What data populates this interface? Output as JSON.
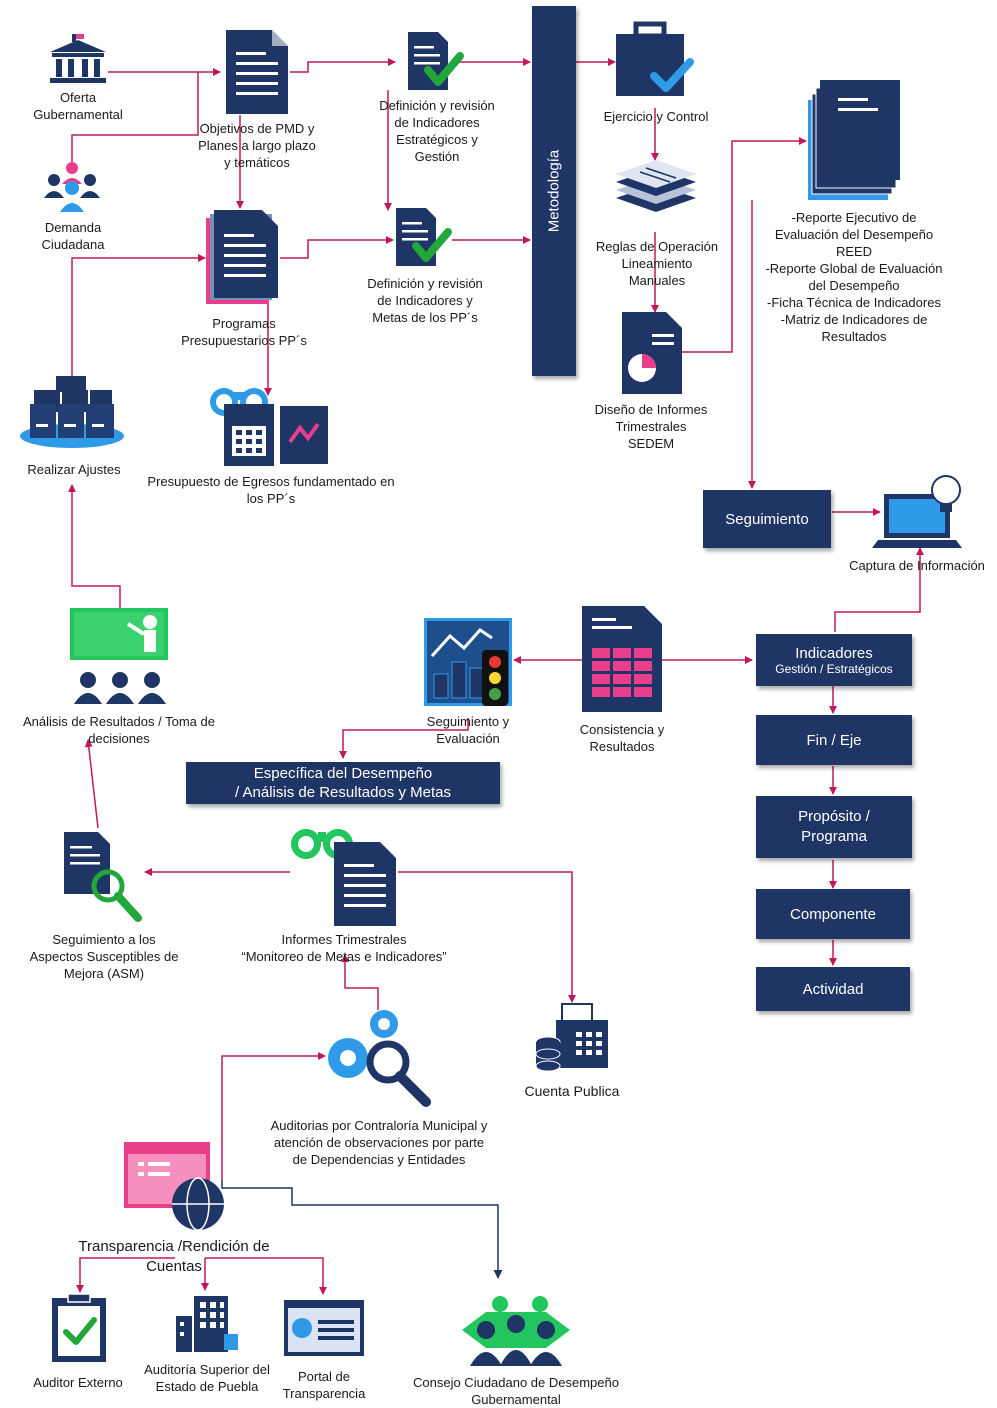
{
  "nodes": {
    "oferta": [
      "Oferta",
      "Gubernamental"
    ],
    "demanda": [
      "Demanda",
      "Ciudadana"
    ],
    "objetivos": [
      "Objetivos de PMD y",
      "Planes a largo plazo",
      "y temáticos"
    ],
    "def_estrategicos": [
      "Definición y revisión",
      "de Indicadores",
      "Estratégicos y",
      "Gestión"
    ],
    "def_metas": [
      "Definición y revisión",
      "de Indicadores y",
      "Metas de los PP´s"
    ],
    "programas": [
      "Programas",
      "Presupuestarios PP´s"
    ],
    "presupuesto": [
      "Presupuesto de Egresos fundamentado en",
      "los PP´s"
    ],
    "realizar_ajustes": [
      "Realizar Ajustes"
    ],
    "metodologia": "Metodología",
    "ejercicio": [
      "Ejercicio y Control"
    ],
    "reglas": [
      "Reglas de Operación",
      "Lineamiento",
      "Manuales"
    ],
    "diseno": [
      "Diseño de Informes",
      "Trimestrales",
      "SEDEM"
    ],
    "reportes": [
      "-Reporte Ejecutivo de",
      "Evaluación del Desempeño",
      "REED",
      "-Reporte Global de Evaluación",
      "del Desempeño",
      "-Ficha Técnica de Indicadores",
      "-Matriz de Indicadores de",
      "Resultados"
    ],
    "seguimiento_box": "Seguimiento",
    "captura": [
      "Captura de Información"
    ],
    "indicadores_title": "Indicadores",
    "indicadores_sub": "Gestión / Estratégicos",
    "fin_eje": "Fin / Eje",
    "proposito": [
      "Propósito /",
      "Programa"
    ],
    "componente": "Componente",
    "actividad": "Actividad",
    "consistencia": [
      "Consistencia y",
      "Resultados"
    ],
    "seguimiento_eval": [
      "Seguimiento y",
      "Evaluación"
    ],
    "analisis": [
      "Análisis de Resultados / Toma de",
      "decisiones"
    ],
    "especifica": [
      "Específica del Desempeño",
      "/ Análisis de Resultados y Metas"
    ],
    "asm": [
      "Seguimiento a los",
      "Aspectos Susceptibles de",
      "Mejora (ASM)"
    ],
    "informes": [
      "Informes Trimestrales",
      "“Monitoreo de Metas e Indicadores”"
    ],
    "cuenta": [
      "Cuenta Publica"
    ],
    "auditorias": [
      "Auditorias por Contraloría Municipal y",
      "atención de observaciones por parte",
      "de Dependencias y Entidades"
    ],
    "transparencia": [
      "Transparencia /Rendición de",
      "Cuentas"
    ],
    "auditor_externo": [
      "Auditor Externo"
    ],
    "auditoria_superior": [
      "Auditoría Superior del",
      "Estado de Puebla"
    ],
    "portal": [
      "Portal de",
      "Transparencia"
    ],
    "consejo": [
      "Consejo Ciudadano de Desempeño",
      "Gubernamental"
    ]
  },
  "colors": {
    "navy": "#1f3566",
    "arrow": "#c2185b",
    "check": "#22a83a",
    "pink": "#e83e8c",
    "blue_accent": "#2f9be8",
    "green_box": "#22c55e"
  },
  "icons": [
    "government-building-icon",
    "people-group-icon",
    "document-icon",
    "document-check-icon",
    "briefcase-check-icon",
    "paper-stack-icon",
    "pie-report-icon",
    "binoculars-icon",
    "calculator-icon",
    "chart-icon",
    "server-stack-icon",
    "laptop-bulb-icon",
    "spreadsheet-icon",
    "traffic-light-chart-icon",
    "presentation-icon",
    "magnifier-document-icon",
    "gears-magnifier-icon",
    "fax-database-icon",
    "browser-globe-icon",
    "clipboard-check-icon",
    "city-building-icon",
    "web-portal-icon",
    "council-people-icon"
  ]
}
